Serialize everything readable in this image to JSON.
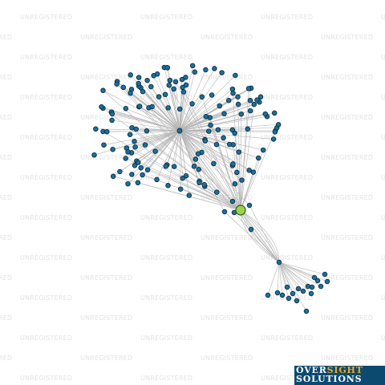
{
  "watermark_text": "UNREGISTERED",
  "logo": {
    "word1": "OVER",
    "word2": "SIGHT",
    "word3": "SOLUTIONS"
  },
  "colors": {
    "node": "#1f6f9a",
    "focus_node": "#9bd250",
    "edge": "#b5b5b5",
    "logo_bg": "#0d4a70",
    "logo_accent": "#f0a91e"
  },
  "network": {
    "hub_a_leaves": 150,
    "hub_b_leaves": 18,
    "bridge_nodes": 5
  }
}
